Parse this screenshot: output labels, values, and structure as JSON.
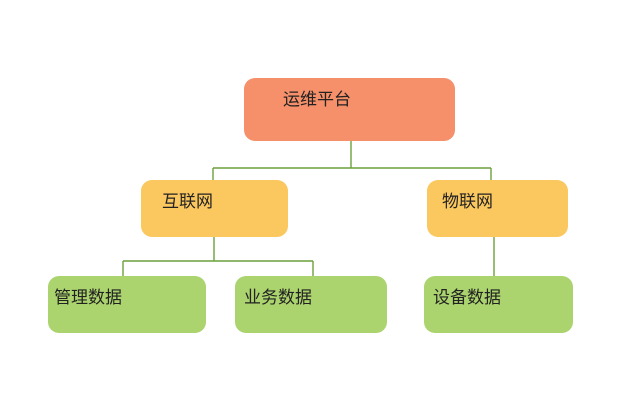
{
  "diagram": {
    "type": "tree",
    "title": "",
    "colors": {
      "root": "#F5906A",
      "branch": "#FBC75F",
      "leaf": "#ABD36E",
      "connector": "#6CA13C",
      "text": "#222222",
      "background": "#FFFFFF"
    },
    "nodes": [
      {
        "id": "platform",
        "label": "运维平台",
        "level": 1,
        "parent": null,
        "color": "#F5906A"
      },
      {
        "id": "internet",
        "label": "互联网",
        "level": 2,
        "parent": "platform",
        "color": "#FBC75F"
      },
      {
        "id": "iot",
        "label": "物联网",
        "level": 2,
        "parent": "platform",
        "color": "#FBC75F"
      },
      {
        "id": "mgmt-data",
        "label": "管理数据",
        "level": 3,
        "parent": "internet",
        "color": "#ABD36E"
      },
      {
        "id": "biz-data",
        "label": "业务数据",
        "level": 3,
        "parent": "internet",
        "color": "#ABD36E"
      },
      {
        "id": "device-data",
        "label": "设备数据",
        "level": 3,
        "parent": "iot",
        "color": "#ABD36E"
      }
    ]
  }
}
